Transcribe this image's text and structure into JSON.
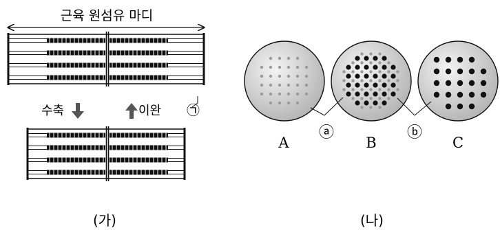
{
  "panel_ga": {
    "top_label": "근육 원섬유 마디",
    "contract_label": "수축",
    "relax_label": "이완",
    "marker_label": "㉠",
    "caption": "(가)"
  },
  "panel_na": {
    "circles": [
      {
        "label": "A",
        "pattern": "light-dots"
      },
      {
        "label": "B",
        "pattern": "mixed-dots"
      },
      {
        "label": "C",
        "pattern": "dark-dots"
      }
    ],
    "pointer_a": "ⓐ",
    "pointer_b": "ⓑ",
    "caption": "(나)"
  },
  "colors": {
    "line": "#111111",
    "thin_dot": "#9a9a9a",
    "thick_dot": "#111111",
    "circle_fill_light": "#ececec",
    "circle_fill_dark": "#b8b8b8",
    "arrow": "#555555"
  }
}
